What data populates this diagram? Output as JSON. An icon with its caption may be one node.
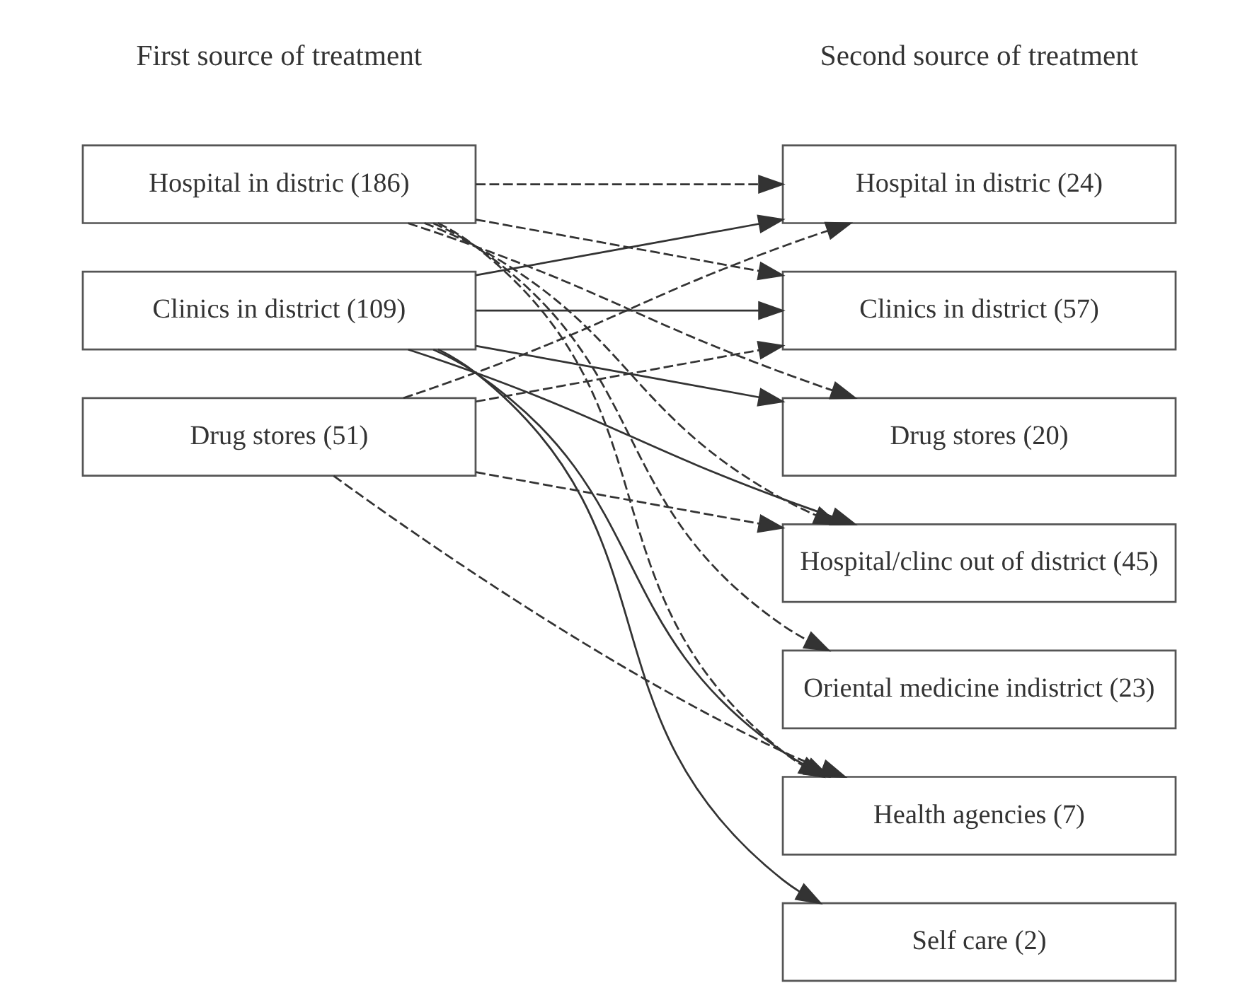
{
  "diagram": {
    "nodes": [
      {
        "text": [
          "Hospital in distric (186)"
        ]
      },
      {
        "text": [
          "Clinics in district (109)"
        ]
      },
      {
        "text": [
          "Drug stores (51)"
        ]
      },
      {
        "text": [
          "Hospital in distric (24)"
        ]
      },
      {
        "text": [
          "Clinics in district (57)"
        ]
      },
      {
        "text": [
          "Drug stores (20)"
        ]
      },
      {
        "text": [
          "Hospital/clinc out of district (45)"
        ]
      },
      {
        "text": [
          "Oriental medicine indistrict (23)"
        ]
      },
      {
        "text": [
          "Health agencies (7)"
        ]
      },
      {
        "text": [
          "Self care (2)"
        ]
      }
    ],
    "edges": [
      {
        "from": 0,
        "to": 3,
        "arrow": "to",
        "style": "dashed"
      },
      {
        "from": 0,
        "to": 4,
        "arrow": "to",
        "style": "dashed"
      },
      {
        "from": 0,
        "to": 5,
        "arrow": "to",
        "style": "dashed"
      },
      {
        "from": 0,
        "to": 6,
        "arrow": "to",
        "style": "dashed"
      },
      {
        "from": 0,
        "to": 7,
        "arrow": "to",
        "style": "dashed"
      },
      {
        "from": 0,
        "to": 8,
        "arrow": "to",
        "style": "dashed"
      },
      {
        "from": 1,
        "to": 3,
        "arrow": "to"
      },
      {
        "from": 1,
        "to": 4,
        "arrow": "to"
      },
      {
        "from": 1,
        "to": 5,
        "arrow": "to"
      },
      {
        "from": 1,
        "to": 6,
        "arrow": "to"
      },
      {
        "from": 1,
        "to": 8,
        "arrow": "to"
      },
      {
        "from": 1,
        "to": 9,
        "arrow": "to"
      },
      {
        "from": 2,
        "to": 3,
        "arrow": "to",
        "style": "dashed"
      },
      {
        "from": 2,
        "to": 4,
        "arrow": "to",
        "style": "dashed"
      },
      {
        "from": 2,
        "to": 6,
        "arrow": "to",
        "style": "dashed"
      },
      {
        "from": 2,
        "to": 8,
        "arrow": "to",
        "style": "dashed"
      }
    ],
    "labels": [
      "First source of treatment",
      "Second source of treatment"
    ]
  }
}
